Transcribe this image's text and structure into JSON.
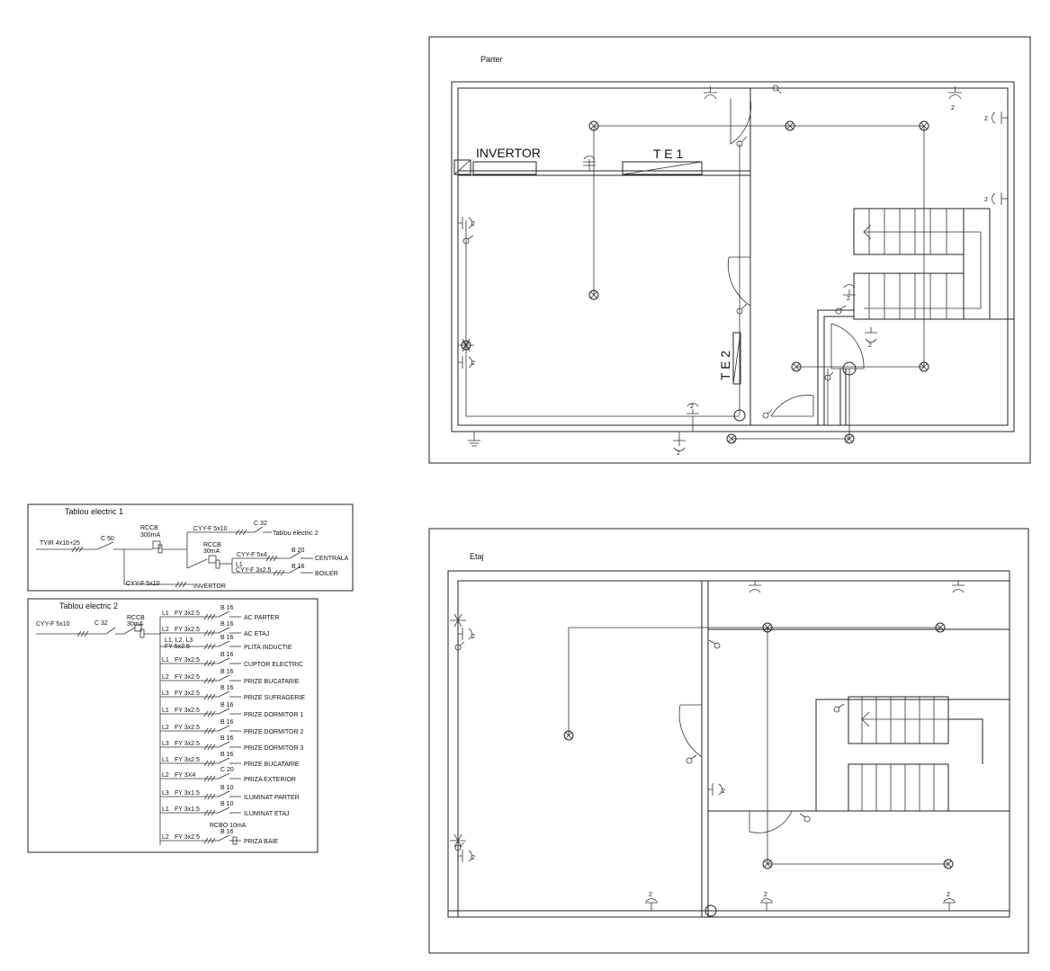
{
  "parter": {
    "title": "Parter",
    "invertor": "INVERTOR",
    "te1": "T E 1",
    "te2": "T E 2",
    "socket_label": "2"
  },
  "etaj": {
    "title": "Etaj",
    "socket_label": "2"
  },
  "tablou1": {
    "title": "Tablou electric 1",
    "supply_cable": "TYIR 4x16+25",
    "main_breaker": "C 50",
    "rccb_label": "RCCB",
    "rccb_rating": "300mA",
    "cable_te2": "CYY-F 5x10",
    "breaker_te2": "C 32",
    "dest_te2": "Tablou electric 2",
    "rccb2_label": "RCCB",
    "rccb2_rating": "30mA",
    "cable_centrala": "CYY-F 5x4",
    "breaker_centrala": "B 20",
    "dest_centrala": "CENTRALA",
    "phase_boiler": "L1",
    "cable_boiler": "CYY-F 3x2.5",
    "breaker_boiler": "B 16",
    "dest_boiler": "BOILER",
    "cable_invertor": "CYY-F 5x10",
    "dest_invertor": "INVERTOR"
  },
  "tablou2": {
    "title": "Tablou electric 2",
    "supply_cable": "CYY-F 5x10",
    "main_breaker": "C 32",
    "rccb_label": "RCCB",
    "rccb_rating": "30mA",
    "circuits": [
      {
        "phase": "L1",
        "cable": "FY 3x2.5",
        "breaker": "B 16",
        "dest": "AC PARTER"
      },
      {
        "phase": "L2",
        "cable": "FY 3x2.5",
        "breaker": "B 16",
        "dest": "AC ETAJ"
      },
      {
        "phase": "L1, L2, L3",
        "cable": "FY 5x2.5",
        "breaker": "B 16",
        "dest": "PLITA INDUCTIE"
      },
      {
        "phase": "L1",
        "cable": "FY 3x2.5",
        "breaker": "B 16",
        "dest": "CUPTOR ELECTRIC"
      },
      {
        "phase": "L2",
        "cable": "FY 3x2.5",
        "breaker": "B 16",
        "dest": "PRIZE BUCATARIE"
      },
      {
        "phase": "L3",
        "cable": "FY 3x2.5",
        "breaker": "B 16",
        "dest": "PRIZE SUFRAGERIE"
      },
      {
        "phase": "L1",
        "cable": "FY 3x2.5",
        "breaker": "B 16",
        "dest": "PRIZE DORMITOR 1"
      },
      {
        "phase": "L2",
        "cable": "FY 3x2.5",
        "breaker": "B 16",
        "dest": "PRIZE DORMITOR 2"
      },
      {
        "phase": "L3",
        "cable": "FY 3x2.5",
        "breaker": "B 16",
        "dest": "PRIZE DORMITOR 3"
      },
      {
        "phase": "L1",
        "cable": "FY 3x2.5",
        "breaker": "B 16",
        "dest": "PRIZE BUCATARIE"
      },
      {
        "phase": "L2",
        "cable": "FY 3X4",
        "breaker": "C 20",
        "dest": "PRIZA EXTERIOR"
      },
      {
        "phase": "L3",
        "cable": "FY 3x1.5",
        "breaker": "B 10",
        "dest": "ILUMINAT PARTER"
      },
      {
        "phase": "L1",
        "cable": "FY 3x1.5",
        "breaker": "B 10",
        "dest": "ILUMINAT ETAJ"
      },
      {
        "phase": "L2",
        "cable": "FY 3x2.5",
        "breaker": "B 16",
        "dest": "PRIZA BAIE",
        "extra": "RCBO 10mA"
      }
    ]
  }
}
